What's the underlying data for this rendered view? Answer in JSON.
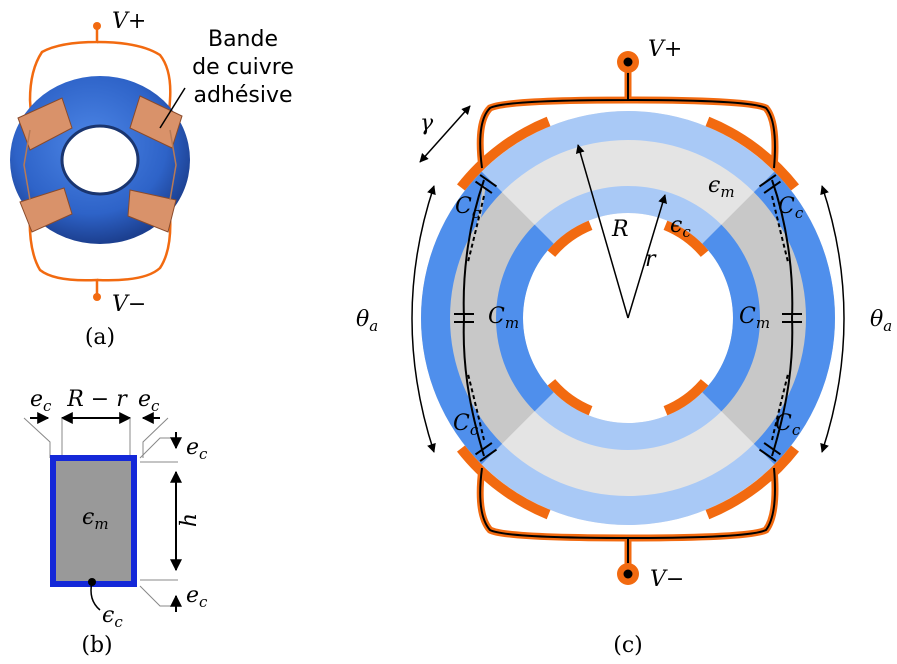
{
  "panel_a": {
    "tag": "(a)",
    "copper_label_line1": "Bande",
    "copper_label_line2": "de cuivre",
    "copper_label_line3": "adhésive",
    "v_plus": "V+",
    "v_minus": "V−"
  },
  "panel_b": {
    "tag": "(b)",
    "ec_top_left": "e",
    "ec_sub": "c",
    "r_diff": "R − r",
    "ec_top_right": "e",
    "ec_side_top": "e",
    "h": "h",
    "ec_side_bottom": "e",
    "eps_m": "ϵ",
    "eps_m_sub": "m",
    "eps_c": "ϵ",
    "eps_c_sub": "c"
  },
  "panel_c": {
    "tag": "(c)",
    "v_plus": "V+",
    "v_minus": "V−",
    "gamma": "γ",
    "theta_left": "θ",
    "theta_right": "θ",
    "theta_sub": "a",
    "R": "R",
    "r": "r",
    "eps_m": "ϵ",
    "eps_m_sub": "m",
    "eps_c": "ϵ",
    "eps_c_sub": "c",
    "C": "C",
    "c_sub": "c",
    "m_sub": "m"
  },
  "colors": {
    "torus_blue": "#2e63c8",
    "copper_orange": "#f26a10",
    "ring_blue": "#4f8fec",
    "ring_light_blue": "#a9c9f6",
    "ring_gray": "#c8c8c8",
    "ring_light_gray": "#e4e4e4",
    "cross_section_border": "#1428d8",
    "cross_section_fill": "#999999"
  }
}
